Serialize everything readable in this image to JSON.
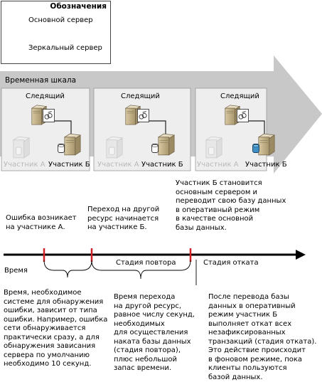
{
  "legend": {
    "title": "Обозначения",
    "primary_label": "Основной сервер",
    "mirror_label": "Зеркальный сервер"
  },
  "timeline": {
    "label": "Временная шкала",
    "stages": [
      {
        "witness_label": "Следящий",
        "partner_a": "Участник А",
        "partner_b": "Участник Б"
      },
      {
        "witness_label": "Следящий",
        "partner_a": "Участник А",
        "partner_b": "Участник Б"
      },
      {
        "witness_label": "Следящий",
        "partner_a": "Участник А",
        "partner_b": "Участник Б"
      }
    ]
  },
  "time_axis": {
    "label": "Время",
    "redo_label": "Стадия повтора",
    "undo_label": "Стадия отката"
  },
  "events": {
    "error": [
      "Ошибка возникает",
      "на участнике А."
    ],
    "failover": [
      "Переход на другой",
      "ресурс начинается",
      "на участнике Б."
    ],
    "online": [
      "Участник Б становится",
      "основным сервером и",
      "переводит свою базу данных",
      "в оперативный режим",
      "в качестве основной",
      "базы данных."
    ]
  },
  "notes": {
    "detection": [
      "Время, необходимое",
      "системе для обнаружения",
      "ошибки, зависит от типа",
      "ошибки. Например, ошибка",
      "сети обнаруживается",
      "практически сразу, а для",
      "обнаружения зависания",
      "сервера по умолчанию",
      "необходимо 10 секунд."
    ],
    "redo": [
      "Время перехода",
      "на другой ресурс,",
      "равное числу секунд,",
      "необходимых",
      "для осуществления",
      "наката базы данных",
      "(стадия повтора),",
      "плюс небольшой",
      "запас времени."
    ],
    "undo": [
      "После перевода базы",
      "данных в оперативный",
      "режим участник Б",
      "выполняет откат всех",
      "незафиксированных",
      "транзакций (стадия отката).",
      "Это действие происходит",
      "в фоновом режиме, пока",
      "клиенты пользуются",
      "базой данных."
    ]
  },
  "colors": {
    "banner": "#c8c8c8",
    "box_fill": "#eeeeee",
    "box_border": "#9a9a9a",
    "marker_red": "#d32027",
    "db_blue": "#3f8fc4"
  }
}
